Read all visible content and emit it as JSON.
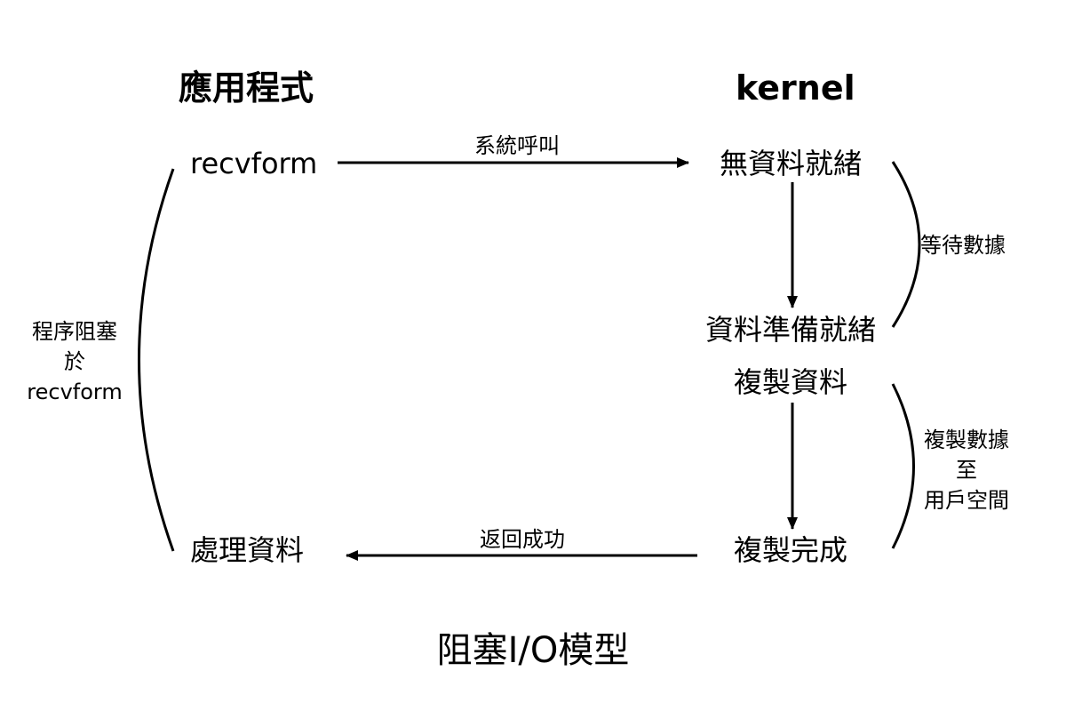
{
  "headers": {
    "app": "應用程式",
    "kernel": "kernel"
  },
  "app_side": {
    "recvform": "recvform",
    "process": "處理資料"
  },
  "kernel_side": {
    "no_data": "無資料就緒",
    "data_ready": "資料準備就緒",
    "copy_data": "複製資料",
    "copy_done": "複製完成"
  },
  "arrows": {
    "syscall": "系統呼叫",
    "return_ok": "返回成功"
  },
  "brackets": {
    "blocked": [
      "程序阻塞",
      "於",
      "recvform"
    ],
    "wait": "等待數據",
    "copy": [
      "複製數據",
      "至",
      "用戶空間"
    ]
  },
  "caption": "阻塞I/O模型"
}
